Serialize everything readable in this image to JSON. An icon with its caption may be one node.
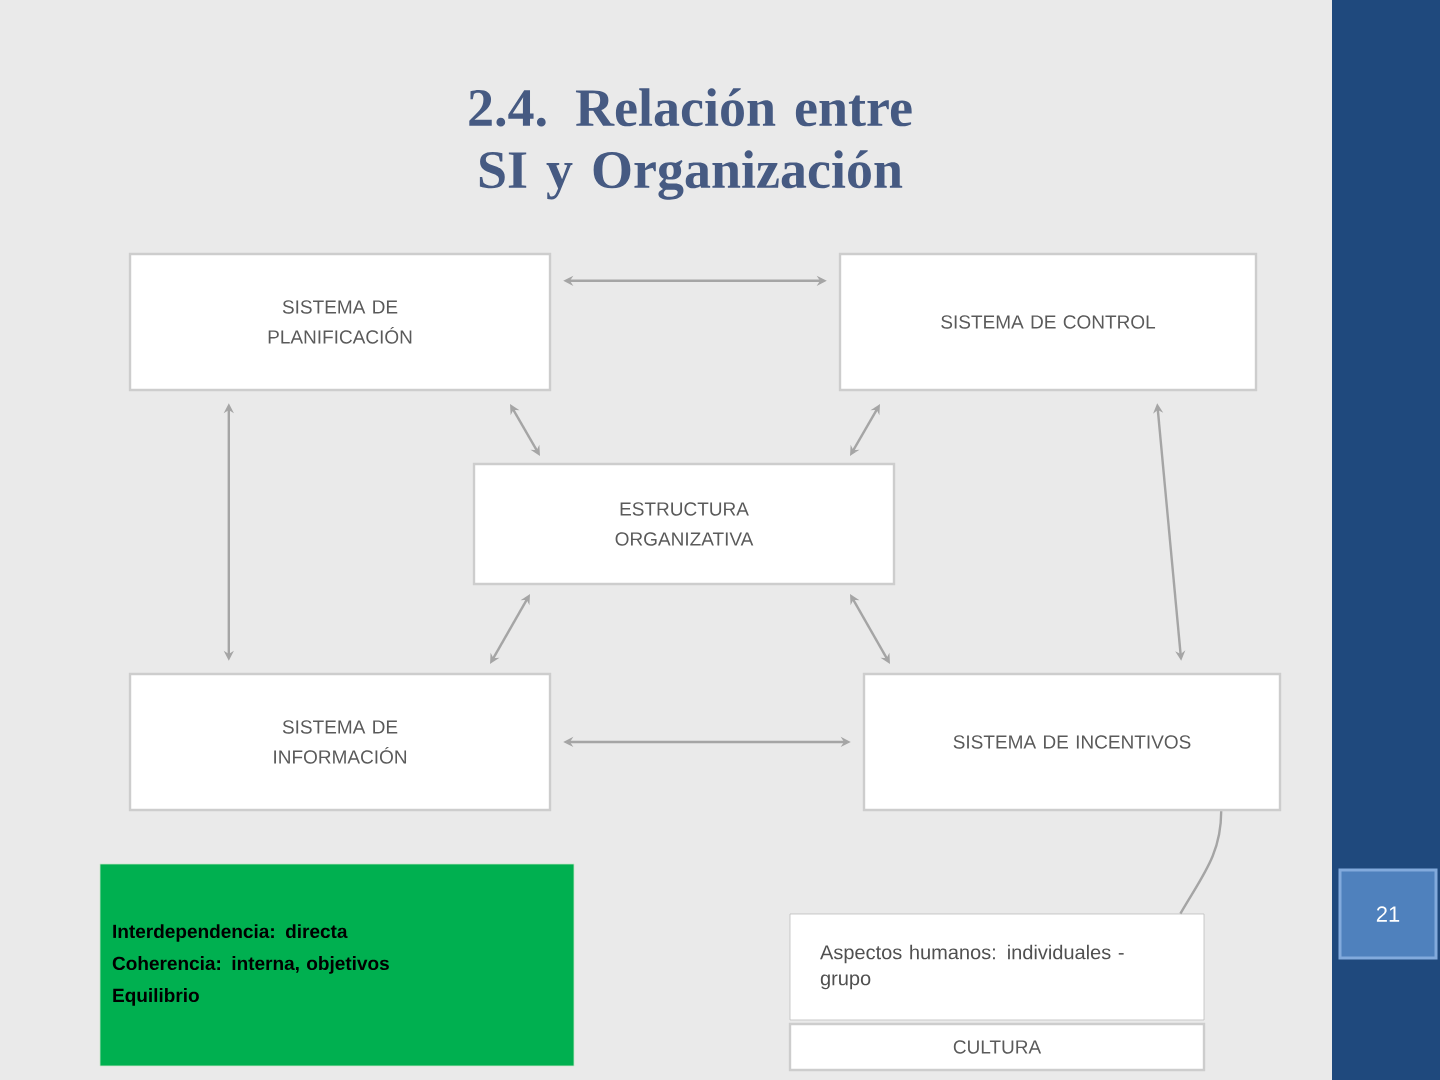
{
  "diagram": {
    "title": "2.4. Relación entre SI y Organización",
    "nodes": [
      {
        "text": [
          "SISTEMA DE PLANIFICACIÓN"
        ]
      },
      {
        "text": [
          "SISTEMA DE CONTROL"
        ]
      },
      {
        "text": [
          "ESTRUCTURA ORGANIZATIVA"
        ]
      },
      {
        "text": [
          "SISTEMA DE INFORMACIÓN"
        ]
      },
      {
        "text": [
          "SISTEMA DE INCENTIVOS"
        ]
      },
      {
        "text": [
          "Aspectos humanos: individuales - grupo"
        ]
      },
      {
        "text": [
          "CULTURA"
        ]
      },
      {
        "text": [
          "Interdependencia: directa",
          "Coherencia: interna, objetivos",
          "Equilibrio"
        ]
      }
    ],
    "edges": [
      {
        "from": 0,
        "to": 1,
        "arrow": "both"
      },
      {
        "from": 0,
        "to": 2,
        "arrow": "both"
      },
      {
        "from": 1,
        "to": 2,
        "arrow": "both"
      },
      {
        "from": 0,
        "to": 3,
        "arrow": "both"
      },
      {
        "from": 1,
        "to": 4,
        "arrow": "both"
      },
      {
        "from": 2,
        "to": 3,
        "arrow": "both"
      },
      {
        "from": 2,
        "to": 4,
        "arrow": "both"
      },
      {
        "from": 3,
        "to": 4,
        "arrow": "both"
      },
      {
        "from": 4,
        "to": 5,
        "arrow": "none"
      }
    ],
    "labels": [
      "21"
    ]
  }
}
